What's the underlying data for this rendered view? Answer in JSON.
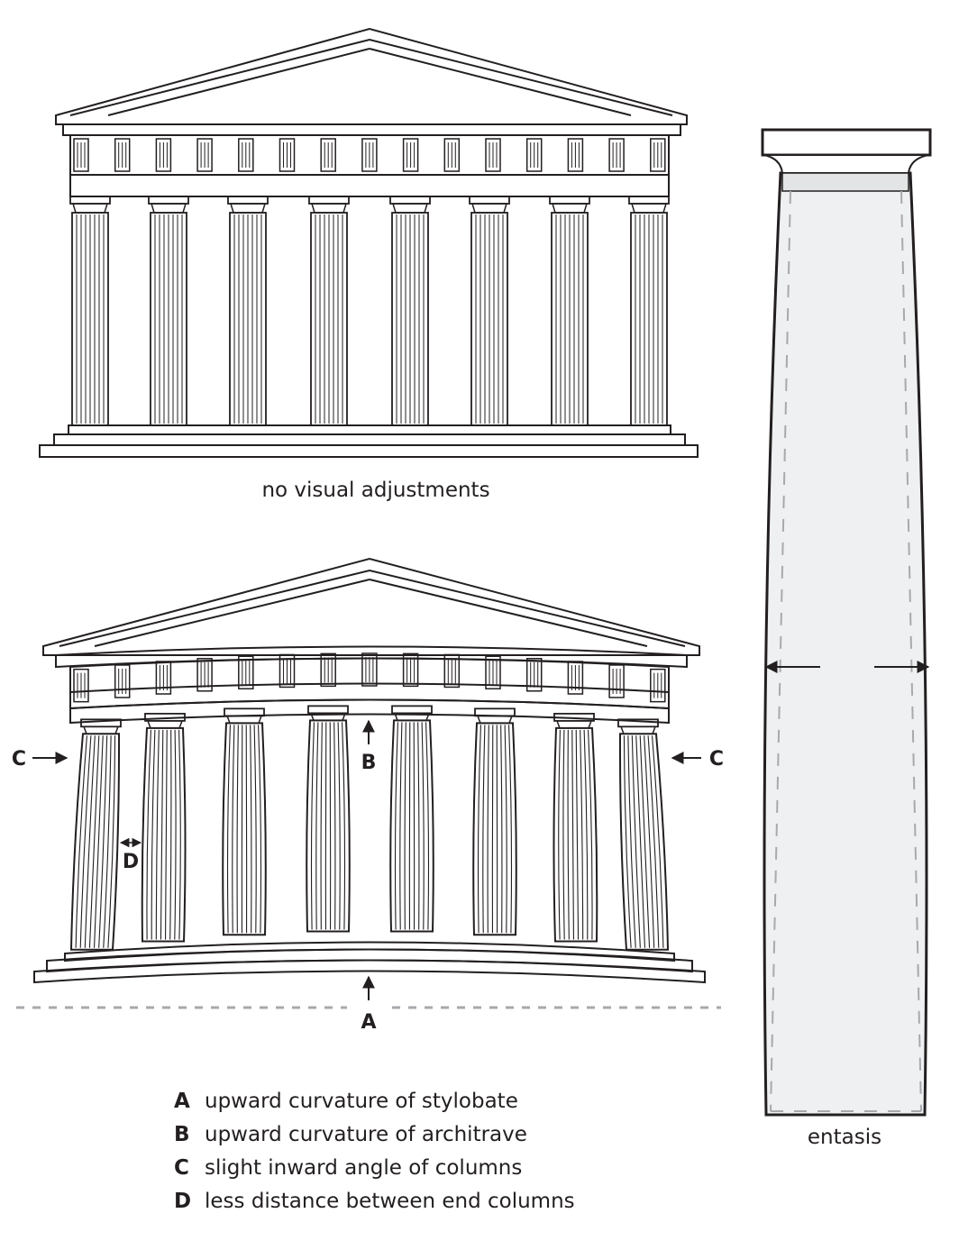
{
  "captions": {
    "top": "no visual adjustments",
    "column": "entasis"
  },
  "markers": {
    "a": "A",
    "b": "B",
    "c": "C",
    "d": "D"
  },
  "legend": [
    {
      "key": "A",
      "text": "upward curvature of stylobate"
    },
    {
      "key": "B",
      "text": "upward curvature of architrave"
    },
    {
      "key": "C",
      "text": "slight inward angle of columns"
    },
    {
      "key": "D",
      "text": "less distance between end columns"
    }
  ]
}
